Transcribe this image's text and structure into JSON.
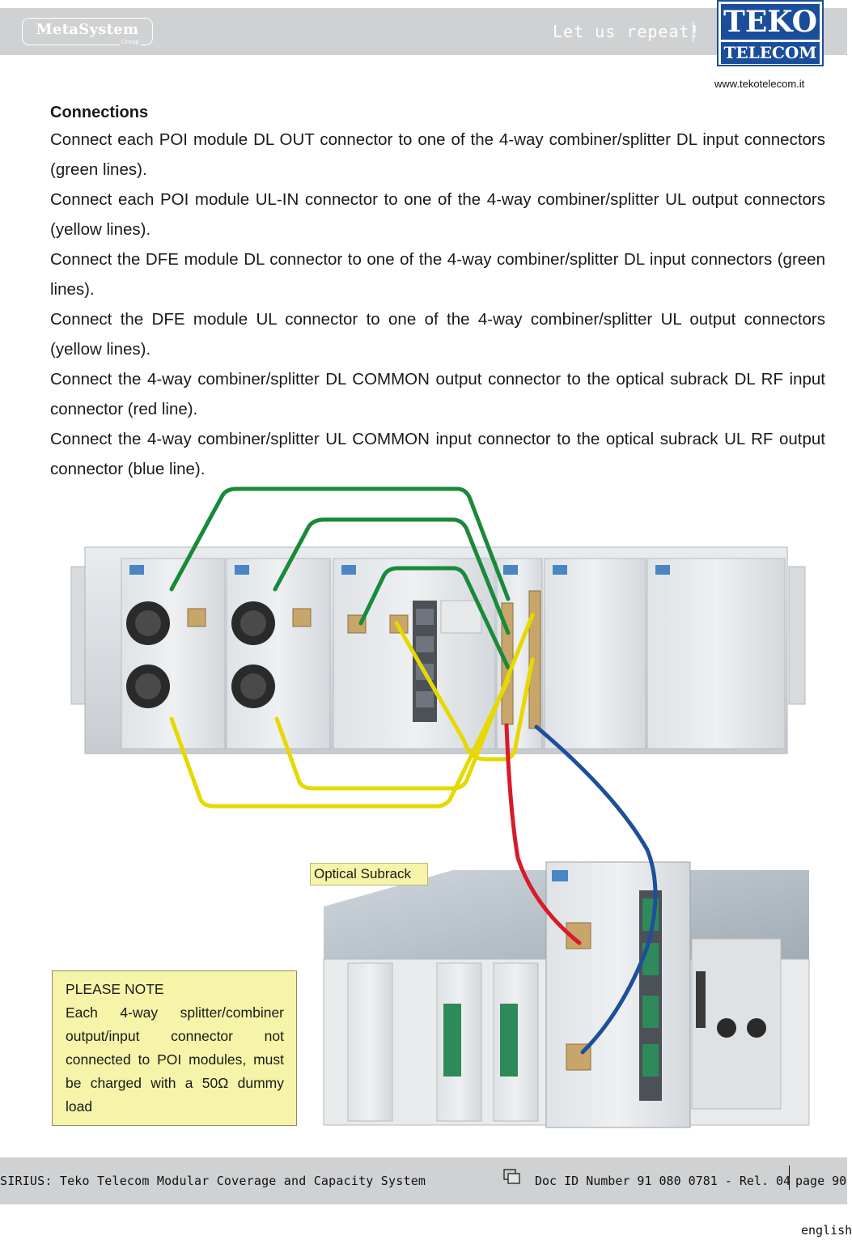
{
  "header": {
    "metasystem_name": "MetaSystem",
    "metasystem_group": "Group",
    "slogan": "Let us repeat!",
    "teko_top": "TEKO",
    "teko_bottom": "TELECOM",
    "website": "www.tekotelecom.it"
  },
  "section": {
    "title": "Connections",
    "paragraphs": [
      "Connect each POI module DL OUT connector to one of the 4-way combiner/splitter DL input connectors (green lines).",
      "Connect each POI module UL-IN connector to one of the 4-way combiner/splitter UL output connectors (yellow lines).",
      "Connect the DFE module DL connector to one of the 4-way combiner/splitter DL input connectors (green lines).",
      "Connect the DFE module UL connector to one of the 4-way combiner/splitter UL output connectors (yellow lines).",
      "Connect the 4-way combiner/splitter DL COMMON output connector to the optical subrack DL RF input connector (red line).",
      "Connect the 4-way combiner/splitter UL COMMON input connector to the optical subrack UL RF output connector (blue line)."
    ]
  },
  "figure": {
    "subrack_label": "Optical Subrack",
    "note_title": "PLEASE NOTE",
    "note_text": "Each 4-way splitter/combiner output/input connector not connected to POI modules, must be charged with a 50Ω dummy load",
    "cable_colors": {
      "dl": "#1a8a3a",
      "ul": "#e6d800",
      "dl_common": "#d81a2a",
      "ul_common": "#1f4f9a"
    }
  },
  "footer": {
    "system": "SIRIUS: Teko Telecom Modular Coverage and Capacity System",
    "doc_id": "Doc ID Number 91 080 0781 - Rel. 04",
    "page": "page 90",
    "language": "english"
  }
}
